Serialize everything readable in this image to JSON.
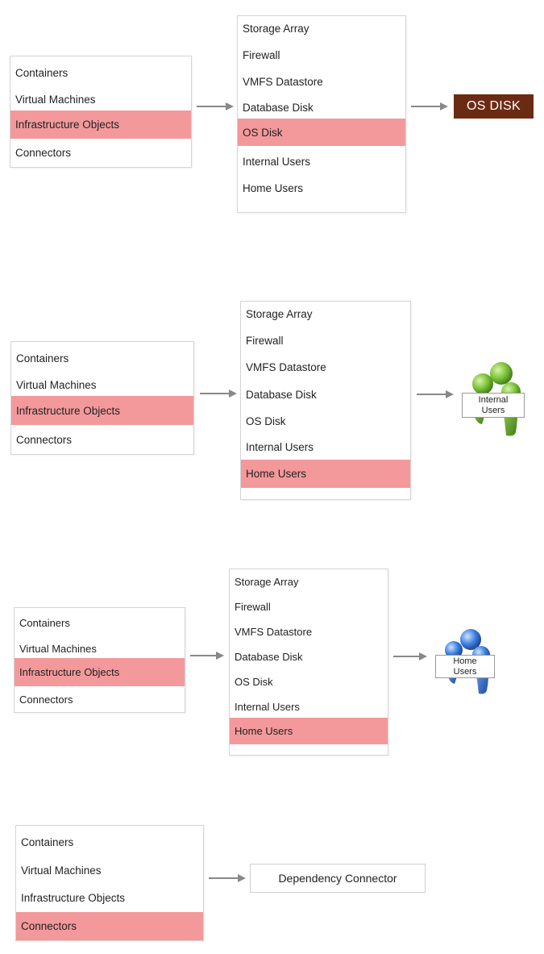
{
  "colors": {
    "selected": "#f3999b",
    "os_disk_bg": "#6b2b12",
    "arrow": "#888888",
    "internal_users_icon": "#7cc23a",
    "home_users_icon": "#3f7fe0"
  },
  "panel1": {
    "categories": [
      "Containers",
      "Virtual Machines",
      "Infrastructure Objects",
      "Connectors"
    ],
    "selected_category": "Infrastructure Objects",
    "objects": [
      "Storage Array",
      "Firewall",
      "VMFS Datastore",
      "Database Disk",
      "OS Disk",
      "Internal Users",
      "Home Users"
    ],
    "selected_object": "OS Disk",
    "result": {
      "label": "OS DISK",
      "icon": "os-disk-badge"
    }
  },
  "panel2": {
    "categories": [
      "Containers",
      "Virtual Machines",
      "Infrastructure Objects",
      "Connectors"
    ],
    "selected_category": "Infrastructure Objects",
    "objects": [
      "Storage Array",
      "Firewall",
      "VMFS Datastore",
      "Database Disk",
      "OS Disk",
      "Internal Users",
      "Home Users"
    ],
    "selected_object": "Home Users",
    "result": {
      "line1": "Internal",
      "line2": "Users",
      "icon": "internal-users-icon"
    }
  },
  "panel3": {
    "categories": [
      "Containers",
      "Virtual Machines",
      "Infrastructure Objects",
      "Connectors"
    ],
    "selected_category": "Infrastructure Objects",
    "objects": [
      "Storage Array",
      "Firewall",
      "VMFS Datastore",
      "Database Disk",
      "OS Disk",
      "Internal Users",
      "Home Users"
    ],
    "selected_object": "Home Users",
    "result": {
      "line1": "Home",
      "line2": "Users",
      "icon": "home-users-icon"
    }
  },
  "panel4": {
    "categories": [
      "Containers",
      "Virtual Machines",
      "Infrastructure Objects",
      "Connectors"
    ],
    "selected_category": "Connectors",
    "result": {
      "label": "Dependency Connector"
    }
  }
}
